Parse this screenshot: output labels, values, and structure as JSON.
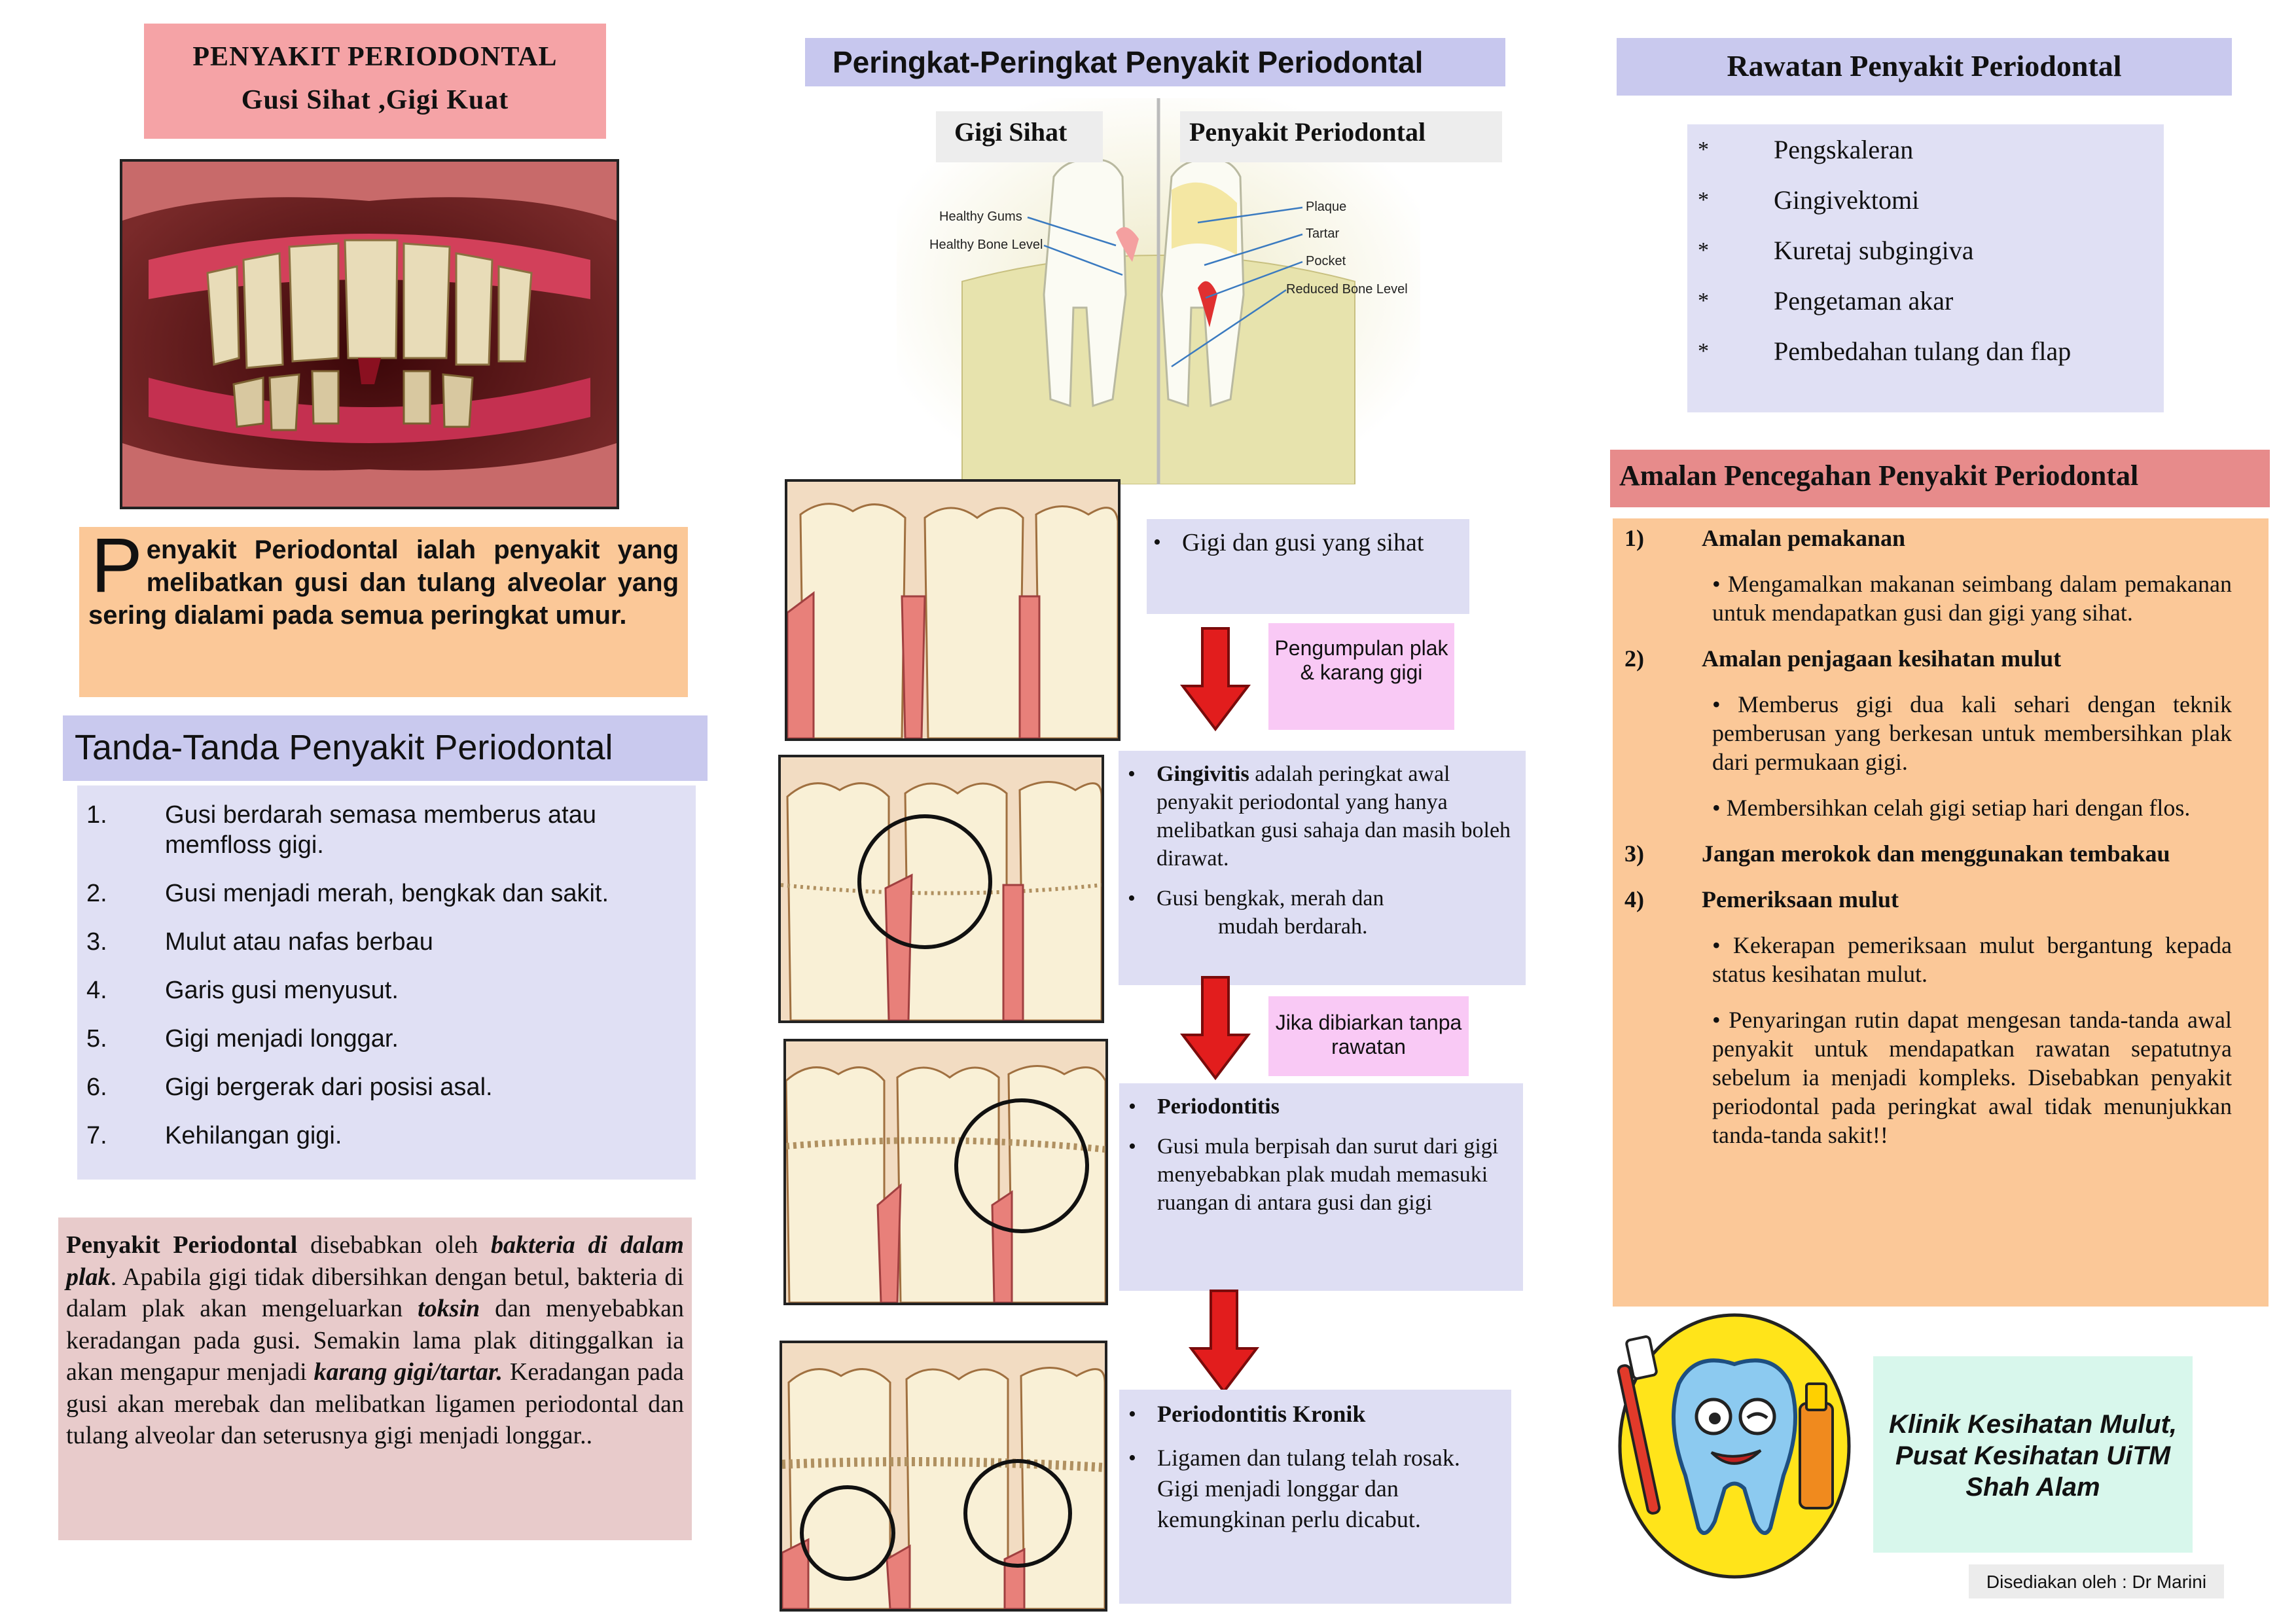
{
  "title": {
    "line1": "PENYAKIT PERIODONTAL",
    "line2": "Gusi Sihat ,Gigi Kuat"
  },
  "definition": {
    "dropcap": "P",
    "text": "enyakit Periodontal ialah penyakit yang melibatkan gusi dan tulang alveolar yang sering dialami pada semua peringkat umur."
  },
  "signs": {
    "heading": "Tanda-Tanda Penyakit Periodontal",
    "items": [
      {
        "num": "1.",
        "text": "Gusi berdarah semasa memberus atau memfloss gigi."
      },
      {
        "num": "2.",
        "text": "Gusi menjadi merah, bengkak dan sakit."
      },
      {
        "num": "3.",
        "text": "Mulut atau nafas berbau"
      },
      {
        "num": "4.",
        "text": "Garis gusi menyusut."
      },
      {
        "num": "5.",
        "text": "Gigi menjadi longgar."
      },
      {
        "num": "6.",
        "text": "Gigi bergerak dari posisi asal."
      },
      {
        "num": "7.",
        "text": "Kehilangan gigi."
      }
    ]
  },
  "cause": {
    "p1b": "Penyakit Periodontal",
    "p2": " disebabkan oleh ",
    "p3bi": "bakteria di dalam plak",
    "p4": ". Apabila gigi tidak dibersihkan dengan betul, bakteria di dalam plak akan mengeluarkan ",
    "p5bi": "toksin",
    "p6": " dan menyebabkan keradangan pada gusi. Semakin lama plak ditinggalkan ia akan mengapur menjadi ",
    "p7bi": "karang gigi/tartar.",
    "p8": " Keradangan pada gusi akan merebak dan melibatkan ligamen periodontal dan tulang alveolar dan seterusnya gigi menjadi longgar.."
  },
  "stages": {
    "heading": "Peringkat-Peringkat Penyakit Periodontal",
    "label_healthy": "Gigi Sihat",
    "label_disease": "Penyakit Periodontal",
    "diagram_labels": {
      "healthy_gums": "Healthy Gums",
      "healthy_bone": "Healthy Bone Level",
      "plaque": "Plaque",
      "tartar": "Tartar",
      "pocket": "Pocket",
      "reduced_bone": "Reduced Bone Level"
    },
    "stage1": {
      "text": "Gigi dan gusi yang sihat"
    },
    "stage2": {
      "b1_bold": "Gingivitis",
      "b1_text": " adalah peringkat awal penyakit periodontal yang hanya melibatkan gusi sahaja dan masih boleh dirawat.",
      "b2_line1": "Gusi bengkak, merah dan",
      "b2_line2": "mudah berdarah."
    },
    "stage3": {
      "title": "Periodontitis",
      "text": "Gusi mula berpisah dan surut dari gigi menyebabkan plak mudah memasuki ruangan di antara gusi dan gigi"
    },
    "stage4": {
      "title": "Periodontitis Kronik",
      "text": "Ligamen dan tulang telah rosak. Gigi menjadi longgar dan kemungkinan perlu dicabut."
    },
    "note1": "Pengumpulan plak & karang gigi",
    "note2": "Jika dibiarkan tanpa rawatan"
  },
  "treatment": {
    "heading": "Rawatan Penyakit Periodontal",
    "items": [
      "Pengskaleran",
      "Gingivektomi",
      "Kuretaj subgingiva",
      "Pengetaman akar",
      "Pembedahan tulang dan flap"
    ]
  },
  "prevention": {
    "heading": "Amalan Pencegahan Penyakit Periodontal",
    "s1": {
      "num": "1)",
      "title": "Amalan pemakanan",
      "t1": "• Mengamalkan makanan seimbang dalam pemakanan untuk mendapatkan gusi dan gigi yang sihat."
    },
    "s2": {
      "num": "2)",
      "title": "Amalan penjagaan kesihatan mulut",
      "t1": "• Memberus gigi dua kali sehari dengan teknik pemberusan yang berkesan untuk membersihkan plak dari permukaan gigi.",
      "t2": "• Membersihkan celah gigi setiap hari dengan flos."
    },
    "s3": {
      "num": "3)",
      "title": "Jangan merokok dan menggunakan tembakau"
    },
    "s4": {
      "num": "4)",
      "title": "Pemeriksaan mulut",
      "t1": "• Kekerapan pemeriksaan mulut bergantung kepada status kesihatan mulut.",
      "t2": "• Penyaringan rutin dapat mengesan tanda-tanda awal penyakit untuk mendapatkan rawatan sepatutnya sebelum ia menjadi kompleks. Disebabkan penyakit periodontal pada peringkat awal tidak menunjukkan tanda-tanda sakit!!"
    }
  },
  "clinic": {
    "line1": "Klinik Kesihatan Mulut,",
    "line2": "Pusat Kesihatan UiTM",
    "line3": "Shah Alam"
  },
  "prepared_by": "Disediakan oleh : Dr Marini"
}
